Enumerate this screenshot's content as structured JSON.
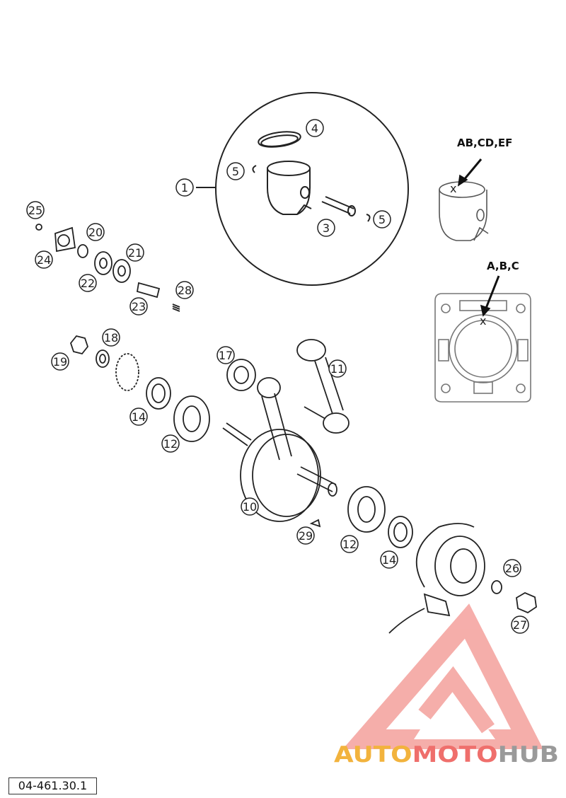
{
  "diagram": {
    "callouts": [
      "1",
      "3",
      "4",
      "5",
      "5",
      "10",
      "11",
      "12",
      "12",
      "14",
      "14",
      "17",
      "18",
      "19",
      "20",
      "21",
      "22",
      "23",
      "24",
      "25",
      "26",
      "27",
      "28",
      "29"
    ],
    "piston_marking_label": "AB,CD,EF",
    "gasket_marking_label": "A,B,C",
    "mark_symbol": "x",
    "part_code": "04-461.30.1"
  },
  "watermark": {
    "text_part1": "AUTO",
    "text_part2": "MOTO",
    "text_part3": "HUB",
    "colors": {
      "auto": "#f2b33d",
      "moto": "#ef6f6c",
      "hub": "#9a9a9a",
      "logo": "#f4a09c"
    }
  }
}
